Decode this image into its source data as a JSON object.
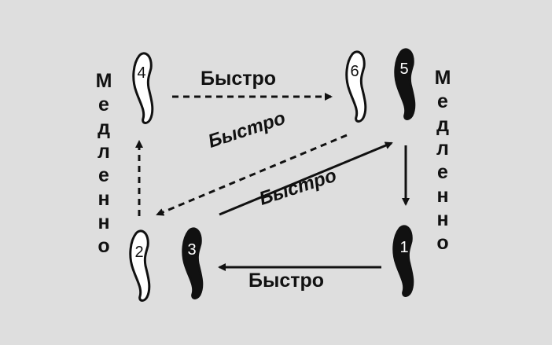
{
  "labels": {
    "top_arrow": "Быстро",
    "diag_upper": "Быстро",
    "diag_lower": "Быстро",
    "bottom_arrow": "Быстро",
    "left_side": "Медленно",
    "right_side": "Медленно"
  },
  "footprints": [
    {
      "number": "1",
      "fill": "black"
    },
    {
      "number": "2",
      "fill": "white"
    },
    {
      "number": "3",
      "fill": "black"
    },
    {
      "number": "4",
      "fill": "white"
    },
    {
      "number": "5",
      "fill": "black"
    },
    {
      "number": "6",
      "fill": "white"
    }
  ],
  "colors": {
    "background": "#dedede",
    "ink": "#111111"
  }
}
